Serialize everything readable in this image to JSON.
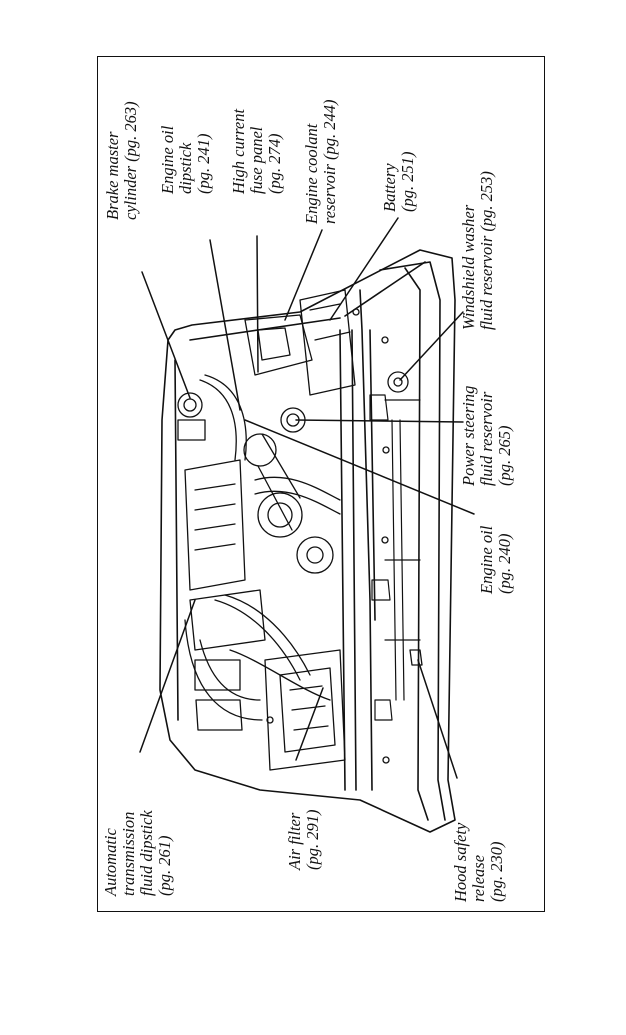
{
  "labels": {
    "brake": [
      "Brake master",
      "cylinder (pg. 263)"
    ],
    "oil_dipstick": [
      "Engine oil",
      "dipstick",
      "(pg. 241)"
    ],
    "fuse": [
      "High current",
      "fuse panel",
      "(pg. 274)"
    ],
    "coolant": [
      "Engine coolant",
      "reservoir (pg. 244)"
    ],
    "battery": [
      "Battery",
      "(pg. 251)"
    ],
    "washer": [
      "Windshield washer",
      "fluid reservoir (pg. 253)"
    ],
    "power_steering": [
      "Power steering",
      "fluid reservoir",
      "(pg. 265)"
    ],
    "engine_oil": [
      "Engine oil",
      "(pg. 240)"
    ],
    "trans": [
      "Automatic",
      "transmission",
      "fluid dipstick",
      "(pg. 261)"
    ],
    "air_filter": [
      "Air filter",
      "(pg. 291)"
    ],
    "hood": [
      "Hood safety",
      "release",
      "(pg. 230)"
    ]
  },
  "colors": {
    "ink": "#111111",
    "background": "#ffffff"
  }
}
